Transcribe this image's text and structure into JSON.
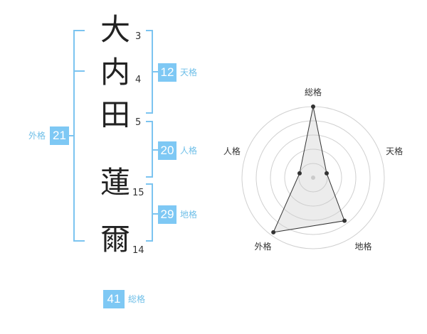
{
  "name": {
    "chars": [
      "大",
      "内",
      "田",
      "蓮",
      "爾"
    ],
    "strokes": [
      "3",
      "4",
      "5",
      "15",
      "14"
    ]
  },
  "fortunes": {
    "tenkaku": {
      "value": "12",
      "label": "天格"
    },
    "jinkaku": {
      "value": "20",
      "label": "人格"
    },
    "chikaku": {
      "value": "29",
      "label": "地格"
    },
    "gaikaku": {
      "value": "21",
      "label": "外格"
    },
    "soukaku": {
      "value": "41",
      "label": "総格"
    }
  },
  "colors": {
    "accent": "#7ec8f4",
    "bracket": "#7cc4f0",
    "label": "#6fbfe8"
  },
  "chart_data": {
    "type": "radar",
    "axes": [
      "総格",
      "天格",
      "地格",
      "外格",
      "人格"
    ],
    "values": [
      1.0,
      0.2,
      0.75,
      0.95,
      0.2
    ],
    "rings": 5,
    "range": [
      0,
      1
    ]
  }
}
